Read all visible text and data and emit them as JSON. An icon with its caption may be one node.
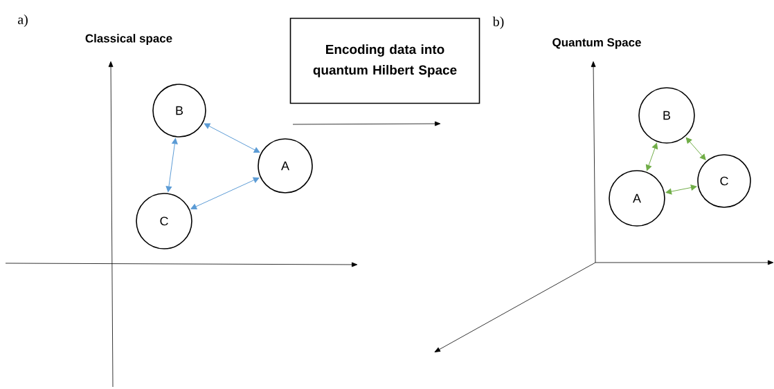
{
  "diagram": {
    "nodes": [
      {
        "text": [
          "Encoding data into quantum Hilbert Space"
        ]
      },
      {
        "text": [
          "B"
        ]
      },
      {
        "text": [
          "A"
        ]
      },
      {
        "text": [
          "C"
        ]
      },
      {
        "text": [
          "B"
        ]
      },
      {
        "text": [
          "C"
        ]
      },
      {
        "text": [
          "A"
        ]
      }
    ],
    "edges": [
      {
        "from": 1,
        "to": 2,
        "arrow": "both",
        "color": "#5b9bd5"
      },
      {
        "from": 1,
        "to": 3,
        "arrow": "both",
        "color": "#5b9bd5"
      },
      {
        "from": 2,
        "to": 3,
        "arrow": "both",
        "color": "#5b9bd5"
      },
      {
        "from": 4,
        "to": 6,
        "arrow": "both",
        "color": "#70ad47"
      },
      {
        "from": 4,
        "to": 5,
        "arrow": "both",
        "color": "#70ad47"
      },
      {
        "from": 6,
        "to": 5,
        "arrow": "both",
        "color": "#70ad47"
      }
    ],
    "labels": [
      "a)",
      "Classical space",
      "b)",
      "Quantum Space"
    ]
  }
}
